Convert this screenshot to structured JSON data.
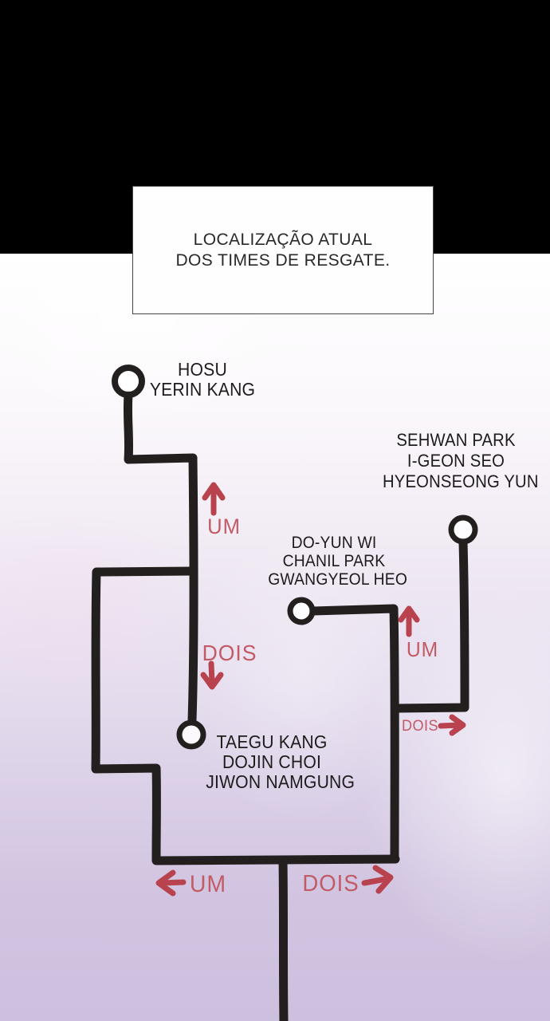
{
  "caption": {
    "line1": "LOCALIZAÇÃO ATUAL",
    "line2": "DOS TIMES DE RESGATE."
  },
  "teams": [
    {
      "id": "hosu",
      "lines": [
        "HOSU",
        "YERIN KANG"
      ]
    },
    {
      "id": "sehwan",
      "lines": [
        "SEHWAN PARK",
        "I-GEON SEO",
        "HYEONSEONG YUN"
      ]
    },
    {
      "id": "doyun",
      "lines": [
        "DO-YUN WI",
        "CHANIL PARK",
        "GWANGYEOL HEO"
      ]
    },
    {
      "id": "taegu",
      "lines": [
        "TAEGU KANG",
        "DOJIN CHOI",
        "JIWON NAMGUNG"
      ]
    }
  ],
  "route_labels": [
    {
      "id": "um_upper",
      "text": "UM",
      "direction": "up"
    },
    {
      "id": "dois_upper",
      "text": "DOIS",
      "direction": "down"
    },
    {
      "id": "um_middle",
      "text": "UM",
      "direction": "up"
    },
    {
      "id": "dois_middle",
      "text": "DOIS",
      "direction": "right"
    },
    {
      "id": "um_bottom",
      "text": "UM",
      "direction": "left"
    },
    {
      "id": "dois_bottom",
      "text": "DOIS",
      "direction": "right"
    }
  ],
  "colors": {
    "arrow_red": "#b8424e",
    "text_red": "#c25b66",
    "line_black": "#241f1f",
    "paper_mid": "#efe8f3",
    "paper_bottom": "#cdbfde"
  }
}
